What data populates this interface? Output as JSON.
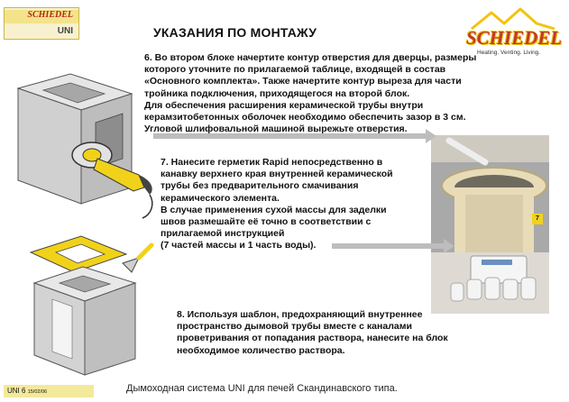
{
  "header": {
    "badge_brand": "SCHIEDEL",
    "badge_model": "UNI",
    "title": "УКАЗАНИЯ ПО МОНТАЖУ",
    "logo_word": "SCHIEDEL",
    "logo_tagline": "Heating. Venting. Living."
  },
  "steps": {
    "step6": [
      "6. Во втором блоке начертите контур отверстия для дверцы, размеры",
      "которого уточните по прилагаемой таблице, входящей в состав",
      "«Основного комплекта». Также начертите контур выреза  для части",
      "тройника подключения, приходящегося на второй блок.",
      "Для обеспечения расширения керамической трубы внутри",
      "керамзитобетонных оболочек необходимо обеспечить зазор в 3 см.",
      "Угловой шлифовальной машиной вырежьте отверстия."
    ],
    "step7": [
      "7. Нанесите герметик Rapid непосредственно в",
      "канавку верхнего края внутренней керамической",
      "трубы без предварительного смачивания",
      "керамического элемента.",
      "В случае применения сухой массы для заделки",
      "швов размешайте её точно в соответствии с",
      "прилагаемой инструкцией",
      "(7 частей массы и 1 часть воды)."
    ],
    "step8": [
      "8. Используя шаблон, предохраняющий внутреннее",
      "пространство дымовой трубы вместе с каналами",
      "проветривания от попадания раствора, нанесите на блок",
      "необходимое количество раствора."
    ]
  },
  "photo": {
    "number": "7"
  },
  "footer": {
    "page_ref": "UNI  6",
    "date": "15/02/06",
    "caption": "Дымоходная система UNI для печей Скандинавского типа."
  },
  "colors": {
    "accent_yellow": "#f1d21a",
    "brand_red": "#c0392b",
    "arrow_gray": "#bdbdbd"
  }
}
